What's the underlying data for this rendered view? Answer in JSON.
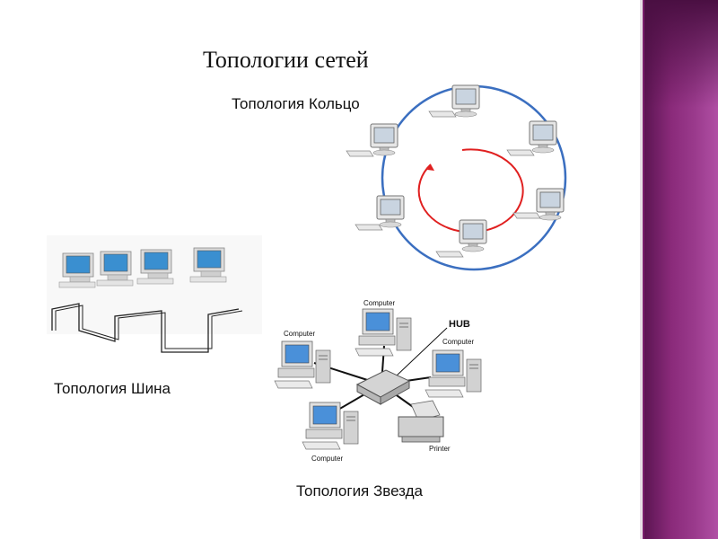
{
  "slide": {
    "title": "Топологии сетей",
    "ring_caption": "Топология Кольцо",
    "bus_caption": "Топология Шина",
    "star_caption": "Топология Звезда"
  },
  "star": {
    "hub_label": "HUB",
    "computer_label": "Computer",
    "printer_label": "Printer"
  },
  "colors": {
    "accent_bar": "#8a2a7a",
    "ring_line": "#3b6fc0",
    "direction_arrow": "#e02020"
  }
}
